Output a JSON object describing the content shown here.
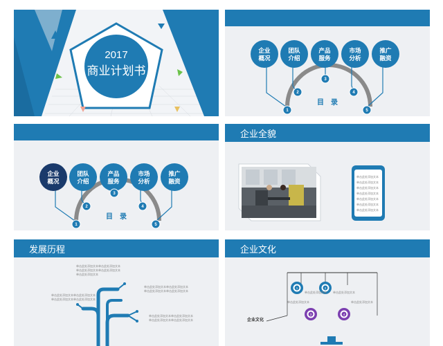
{
  "cover": {
    "year": "2017",
    "title": "商业计划书"
  },
  "agenda": {
    "items": [
      {
        "num": "1",
        "label_top": "企业",
        "label_bottom": "概况"
      },
      {
        "num": "2",
        "label_top": "团队",
        "label_bottom": "介绍"
      },
      {
        "num": "3",
        "label_top": "产品",
        "label_bottom": "服务"
      },
      {
        "num": "4",
        "label_top": "市场",
        "label_bottom": "分析"
      },
      {
        "num": "5",
        "label_top": "推广",
        "label_bottom": "融资"
      }
    ],
    "heading": "目　录"
  },
  "overview": {
    "title": "企业全貌",
    "bullets": [
      "单击此处添加文本",
      "单击此处添加文本",
      "单击此处添加文本",
      "单击此处添加文本",
      "单击此处添加文本",
      "单击此处添加文本",
      "单击此处添加文本"
    ]
  },
  "history": {
    "title": "发展历程",
    "notes": [
      "单击此处添加文本单击此处添加文本",
      "单击此处添加文本单击此处添加文本",
      "单击此处添加文本",
      "单击此处添加文本单击此处添加文本",
      "单击此处添加文本单击此处添加文本",
      "单击此处添加文本单击此处添加文本",
      "单击此处添加文本单击此处添加文本",
      "单击此处添加文本单击此处添加文本",
      "单击此处添加文本单击此处添加文本"
    ]
  },
  "culture": {
    "title": "企业文化",
    "label": "企业文化",
    "nodes": [
      {
        "num": "1",
        "text": "单击此处添加文本"
      },
      {
        "num": "2",
        "text": "单击此处添加文本"
      },
      {
        "num": "3",
        "text": "单击此处添加文本"
      },
      {
        "num": "4",
        "text": "单击此处添加文本"
      }
    ]
  },
  "colors": {
    "primary": "#1f7bb3",
    "dark": "#1a3a6b",
    "gray": "#8a8a8a",
    "purple": "#7b3fb0"
  }
}
